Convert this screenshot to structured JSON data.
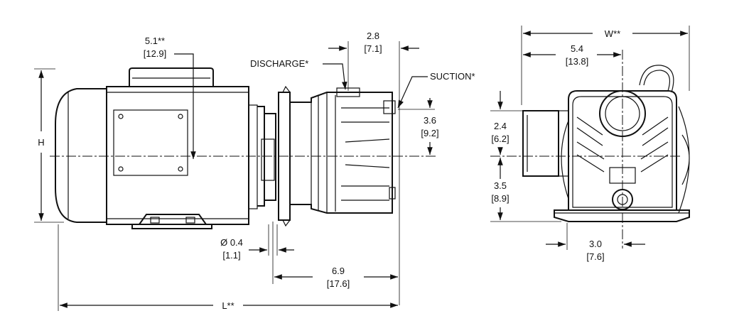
{
  "dimensions": {
    "motor_width_in": "5.1**",
    "motor_width_cm": "[12.9]",
    "discharge_offset_in": "2.8",
    "discharge_offset_cm": "[7.1]",
    "discharge_label": "DISCHARGE*",
    "suction_label": "SUCTION*",
    "suction_height_in": "3.6",
    "suction_height_cm": "[9.2]",
    "height_label": "H",
    "bolt_dia_in": "Ø 0.4",
    "bolt_dia_cm": "[1.1]",
    "pump_length_in": "6.9",
    "pump_length_cm": "[17.6]",
    "overall_length_label": "L**",
    "overall_width_label": "W**",
    "port_offset_in": "5.4",
    "port_offset_cm": "[13.8]",
    "discharge_height_in": "2.4",
    "discharge_height_cm": "[6.2]",
    "base_height_in": "3.5",
    "base_height_cm": "[8.9]",
    "foot_width_in": "3.0",
    "foot_width_cm": "[7.6]"
  }
}
